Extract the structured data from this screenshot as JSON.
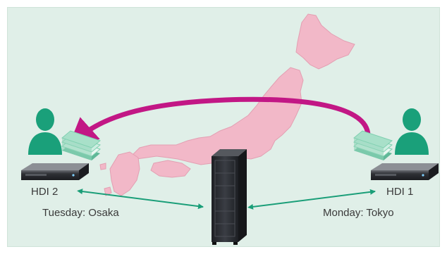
{
  "nodes": {
    "hdi2": {
      "name": "HDI 2",
      "caption": "Tuesday: Osaka"
    },
    "hdi1": {
      "name": "HDI 1",
      "caption": "Monday: Tokyo"
    }
  },
  "colors": {
    "background": "#e0efe8",
    "japan_map": "#f2b8c8",
    "person": "#1aa07a",
    "transfer_arrow": "#c21785",
    "link_arrow": "#1a9e78",
    "server_body": "#2b2d31",
    "documents": "#7fcfb0"
  },
  "icons": [
    "person-icon",
    "documents-icon",
    "server-icon",
    "storage-rack-icon",
    "japan-map"
  ]
}
